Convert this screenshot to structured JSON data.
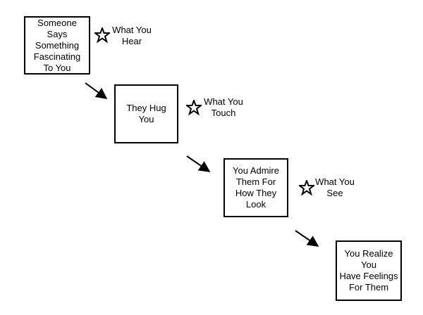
{
  "steps": [
    {
      "text": "Someone\nSays\nSomething\nFascinating\nTo You",
      "sense": "What You\nHear",
      "sense_icon": "star-icon"
    },
    {
      "text": "They Hug\nYou",
      "sense": "What You\nTouch",
      "sense_icon": "star-icon"
    },
    {
      "text": "You Admire\nThem For\nHow They\nLook",
      "sense": "What You\nSee",
      "sense_icon": "star-icon"
    },
    {
      "text": "You Realize\nYou\nHave Feelings\nFor Them"
    }
  ]
}
